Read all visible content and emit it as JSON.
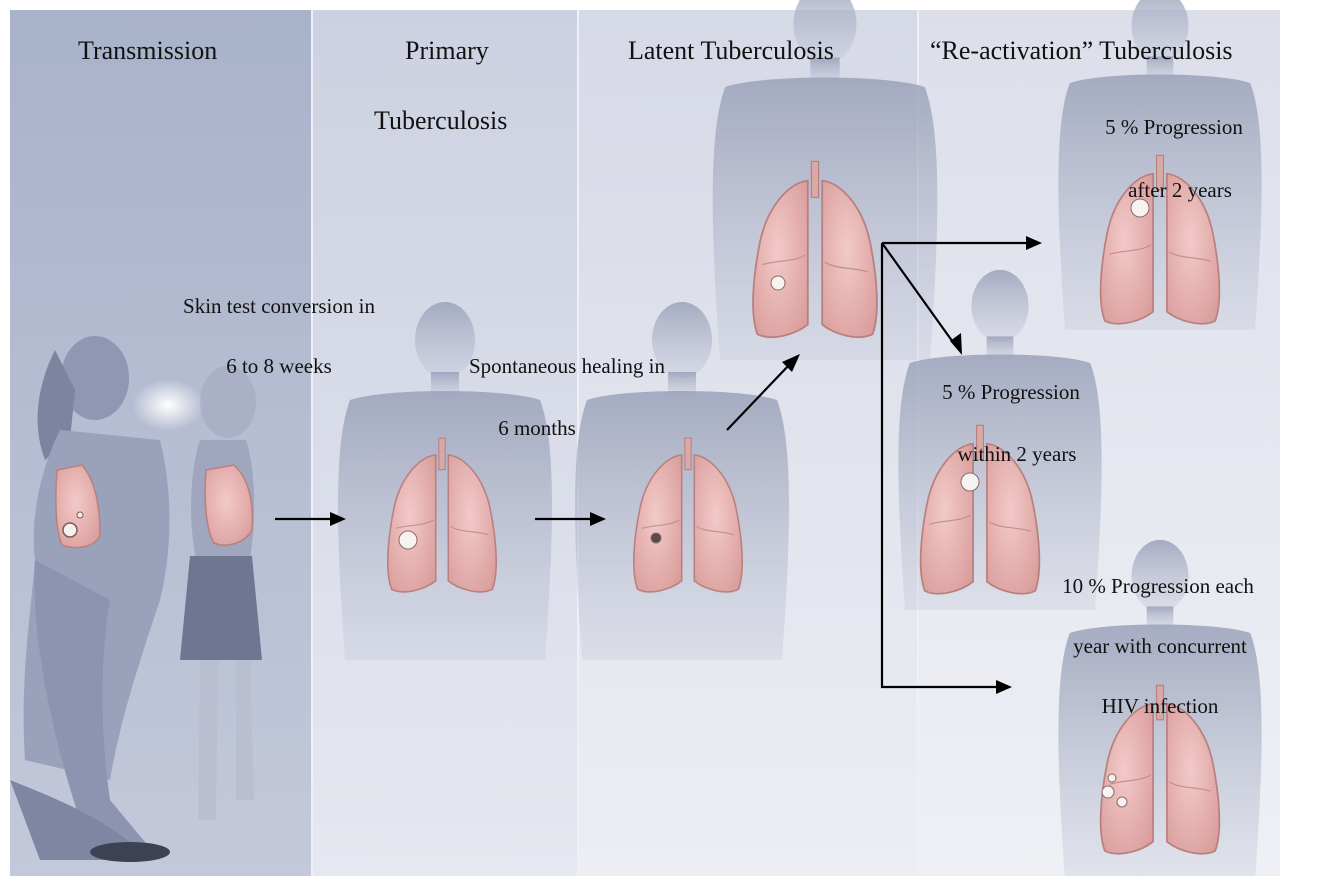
{
  "headings": {
    "transmission": "Transmission",
    "primary_line1": "Primary",
    "primary_line2": "Tuberculosis",
    "latent": "Latent Tuberculosis",
    "reactivation": "“Re-activation” Tuberculosis"
  },
  "annotations": {
    "skin_test_line1": "Skin test conversion in",
    "skin_test_line2": "6 to 8 weeks",
    "healing_line1": "Spontaneous healing in",
    "healing_line2": "6 months",
    "after2_line1": "5 % Progression",
    "after2_line2": "after 2 years",
    "within2_line1": "5 % Progression",
    "within2_line2": "within 2 years",
    "hiv_line1": "10 % Progression each",
    "hiv_line2": "year with concurrent",
    "hiv_line3": "HIV infection"
  },
  "colors": {
    "panel_dark": "#a9b2cb",
    "panel_mid": "#d4d8e6",
    "panel_light": "#e4e7f0",
    "silhouette": "#9ea4bb",
    "lung": "#e9b9b7",
    "lung_edge": "#b8807f",
    "arrow": "#000000"
  },
  "icons": {
    "person": "person-silhouette-icon",
    "lungs": "lungs-icon",
    "breath": "breath-cloud-icon"
  }
}
